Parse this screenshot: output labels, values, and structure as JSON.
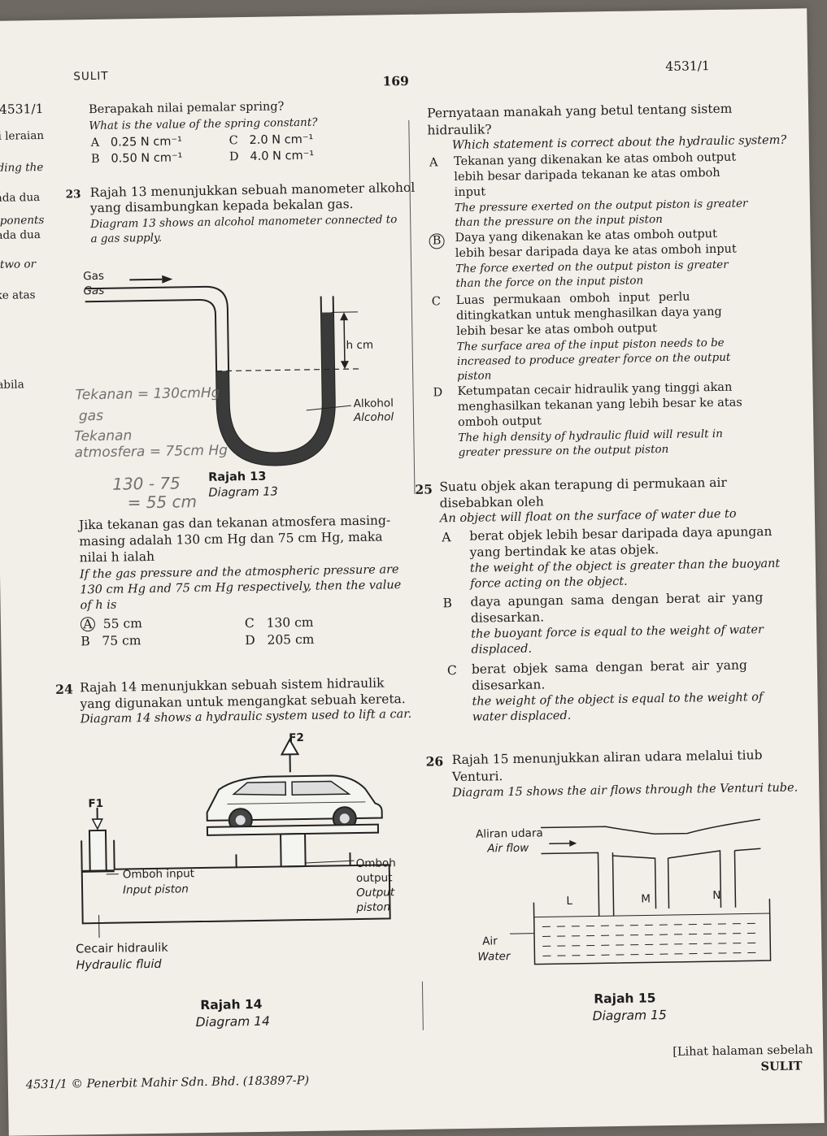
{
  "header": {
    "sulit_top": "SULIT",
    "page_number": "169",
    "code_right": "4531/1",
    "code_left": "4531/1"
  },
  "margin_fragments": [
    "ai leraian",
    "rding the",
    "ada dua",
    "nponents",
    "ada dua",
    "two or",
    "ke atas",
    "abila"
  ],
  "q22": {
    "text_ms": "Berapakah nilai pemalar spring?",
    "text_en": "What is the value of the spring constant?",
    "options": [
      {
        "letter": "A",
        "text": "0.25 N cm⁻¹"
      },
      {
        "letter": "B",
        "text": "0.50 N cm⁻¹"
      },
      {
        "letter": "C",
        "text": "2.0 N cm⁻¹"
      },
      {
        "letter": "D",
        "text": "4.0 N cm⁻¹"
      }
    ]
  },
  "q23": {
    "number": "23",
    "line1_ms": "Rajah 13 menunjukkan sebuah manometer alkohol",
    "line2_ms": "yang disambungkan kepada bekalan gas.",
    "line1_en": "Diagram 13 shows an alcohol manometer connected to",
    "line2_en": "a gas supply.",
    "diagram": {
      "gas_ms": "Gas",
      "gas_en": "Gas",
      "h_label": "h cm",
      "alcohol_ms": "Alkohol",
      "alcohol_en": "Alcohol",
      "caption_ms": "Rajah 13",
      "caption_en": "Diagram 13"
    },
    "handwriting": [
      "Tekanan = 130cmHg",
      "gas",
      "Tekanan",
      "atmosfera = 75cm Hg",
      "130 - 75",
      "= 55 cm"
    ],
    "body_ms": [
      "Jika tekanan gas dan tekanan atmosfera masing-",
      "masing adalah 130 cm Hg dan 75 cm Hg, maka",
      "nilai h ialah"
    ],
    "body_en": [
      "If the gas pressure and the atmospheric pressure are",
      "130 cm Hg and 75 cm Hg respectively, then the value",
      "of h is"
    ],
    "options": [
      {
        "letter": "A",
        "text": "55 cm"
      },
      {
        "letter": "B",
        "text": "75 cm"
      },
      {
        "letter": "C",
        "text": "130 cm"
      },
      {
        "letter": "D",
        "text": "205 cm"
      }
    ]
  },
  "q24": {
    "number": "24",
    "line1_ms": "Rajah 14 menunjukkan sebuah sistem hidraulik",
    "line2_ms": "yang digunakan untuk mengangkat sebuah kereta.",
    "line1_en": "Diagram 14 shows a hydraulic system used to lift a car.",
    "diagram": {
      "f1": "F1",
      "f2": "F2",
      "input_ms": "Omboh input",
      "input_en": "Input piston",
      "output_ms_1": "Omboh",
      "output_ms_2": "output",
      "output_en_1": "Output",
      "output_en_2": "piston",
      "fluid_ms": "Cecair hidraulik",
      "fluid_en": "Hydraulic fluid",
      "caption_ms": "Rajah 14",
      "caption_en": "Diagram 14"
    },
    "stem_ms": "Pernyataan manakah yang betul tentang sistem",
    "stem_ms_2": "hidraulik?",
    "stem_en": "Which statement is correct about the hydraulic system?",
    "options": [
      {
        "letter": "A",
        "ms": [
          "Tekanan yang dikenakan ke atas omboh output",
          "lebih besar daripada tekanan ke atas omboh",
          "input"
        ],
        "en": [
          "The pressure exerted on the output piston is greater",
          "than the pressure on the input piston"
        ]
      },
      {
        "letter": "B",
        "ms": [
          "Daya yang dikenakan ke atas omboh output",
          "lebih besar daripada daya ke atas omboh input"
        ],
        "en": [
          "The force exerted on the output piston is greater",
          "than the force on the input piston"
        ]
      },
      {
        "letter": "C",
        "ms": [
          "Luas permukaan omboh input perlu",
          "ditingkatkan untuk menghasilkan daya yang",
          "lebih besar ke atas omboh output"
        ],
        "en": [
          "The surface area of the input piston needs to be",
          "increased to produce greater force on the output",
          "piston"
        ]
      },
      {
        "letter": "D",
        "ms": [
          "Ketumpatan cecair hidraulik yang tinggi akan",
          "menghasilkan tekanan yang lebih besar ke atas",
          "omboh output"
        ],
        "en": [
          "The high density of hydraulic fluid will result in",
          "greater pressure on the output piston"
        ]
      }
    ]
  },
  "q25": {
    "number": "25",
    "line1_ms": "Suatu objek akan terapung di permukaan air",
    "line2_ms": "disebabkan oleh",
    "line1_en": "An object will float on the surface of water due to",
    "options": [
      {
        "letter": "A",
        "ms": [
          "berat objek lebih besar daripada daya apungan",
          "yang bertindak ke atas objek."
        ],
        "en": [
          "the weight of the object is greater than the buoyant",
          "force acting on the object."
        ]
      },
      {
        "letter": "B",
        "ms": [
          "daya apungan sama dengan berat air yang",
          "disesarkan."
        ],
        "en": [
          "the buoyant force is equal to the weight of water",
          "displaced."
        ]
      },
      {
        "letter": "C",
        "ms": [
          "berat objek sama dengan berat air yang",
          "disesarkan."
        ],
        "en": [
          "the weight of the object is equal to the weight of",
          "water displaced."
        ]
      }
    ]
  },
  "q26": {
    "number": "26",
    "line1_ms": "Rajah 15 menunjukkan aliran udara melalui tiub",
    "line2_ms": "Venturi.",
    "line1_en": "Diagram 15 shows the air flows through the Venturi tube.",
    "diagram": {
      "airflow_ms": "Aliran udara",
      "airflow_en": "Air flow",
      "tube_l": "L",
      "tube_m": "M",
      "tube_n": "N",
      "air_ms": "Air",
      "water_en": "Water",
      "caption_ms": "Rajah 15",
      "caption_en": "Diagram 15"
    }
  },
  "footer": {
    "next_page": "[Lihat halaman sebelah",
    "sulit": "SULIT",
    "publisher": "4531/1 © Penerbit Mahir Sdn. Bhd. (183897-P)"
  }
}
